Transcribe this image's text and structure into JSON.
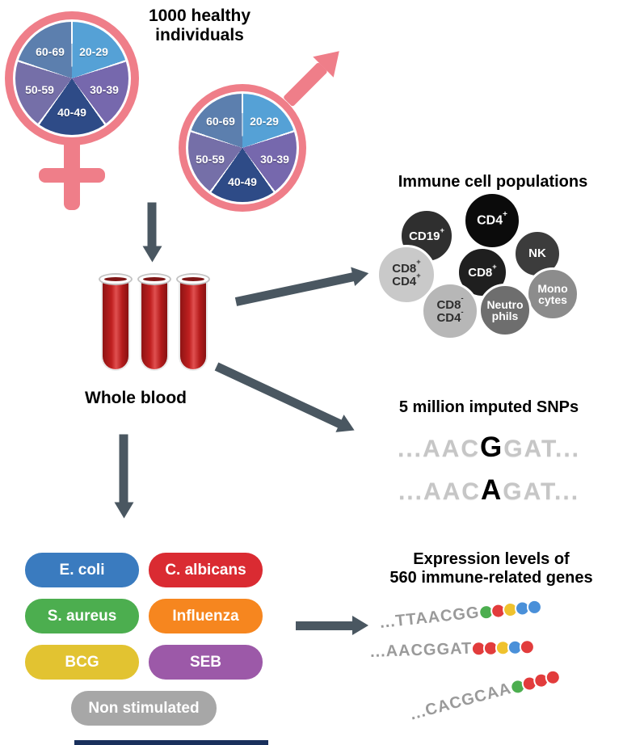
{
  "header": {
    "line1": "1000 healthy",
    "line2": "individuals"
  },
  "age_groups": [
    "20-29",
    "30-39",
    "40-49",
    "50-59",
    "60-69"
  ],
  "pie_colors": {
    "age_20_29": "#55a1d6",
    "age_30_39": "#7668ad",
    "age_40_49": "#2e4b87",
    "age_50_59": "#756fa8",
    "age_60_69": "#5c7fae"
  },
  "gender_symbol_color": "#ef7e89",
  "arrow_color": "#4a5761",
  "blood_color": "#b51c1c",
  "whole_blood": {
    "label": "Whole blood"
  },
  "immune_cells": {
    "title": "Immune cell populations",
    "cells": [
      {
        "l1": "CD19",
        "s1": "+",
        "color": "#2f2f2f"
      },
      {
        "l1": "CD4",
        "s1": "+",
        "color": "#0b0b0b"
      },
      {
        "l1": "NK",
        "color": "#3c3c3c"
      },
      {
        "l1": "CD8",
        "s1": "+",
        "color": "#1f1f1f"
      },
      {
        "l1": "CD8",
        "s1": "+",
        "l2": "CD4",
        "s2": "+",
        "color": "#c9c9c9"
      },
      {
        "l1": "Mono",
        "l2": "cytes",
        "color": "#8c8c8c"
      },
      {
        "l1": "Neutro",
        "l2": "phils",
        "color": "#6e6e6e"
      },
      {
        "l1": "CD8",
        "s1": "-",
        "l2": "CD4",
        "s2": "-",
        "color": "#b7b7b7"
      }
    ]
  },
  "snps": {
    "title": "5 million imputed SNPs",
    "lines": [
      {
        "prefix": "...AAC",
        "snp": "G",
        "suffix": "GAT..."
      },
      {
        "prefix": "...AAC",
        "snp": "A",
        "suffix": "GAT..."
      }
    ]
  },
  "stimuli": {
    "items": [
      {
        "label": "E. coli",
        "color": "#3a7bbf"
      },
      {
        "label": "C. albicans",
        "color": "#da2b32"
      },
      {
        "label": "S. aureus",
        "color": "#4cae4f"
      },
      {
        "label": "Influenza",
        "color": "#f6861f"
      },
      {
        "label": "BCG",
        "color": "#e2c331"
      },
      {
        "label": "SEB",
        "color": "#9c59a8"
      },
      {
        "label": "Non stimulated",
        "color": "#a7a7a7"
      }
    ]
  },
  "expression": {
    "title_line1": "Expression levels of",
    "title_line2": "560 immune-related genes",
    "bead_colors": {
      "green": "#4cae4f",
      "red": "#e23c3c",
      "yellow": "#efc22e",
      "blue": "#4a90d9"
    },
    "rows": [
      {
        "seq": "...TTAACGG",
        "beads": [
          "green",
          "red",
          "yellow",
          "blue",
          "blue"
        ]
      },
      {
        "seq": "...AACGGAT",
        "beads": [
          "red",
          "red",
          "yellow",
          "blue",
          "red"
        ]
      },
      {
        "seq": "...CACGCAA",
        "beads": [
          "green",
          "red",
          "red",
          "red"
        ]
      }
    ]
  }
}
